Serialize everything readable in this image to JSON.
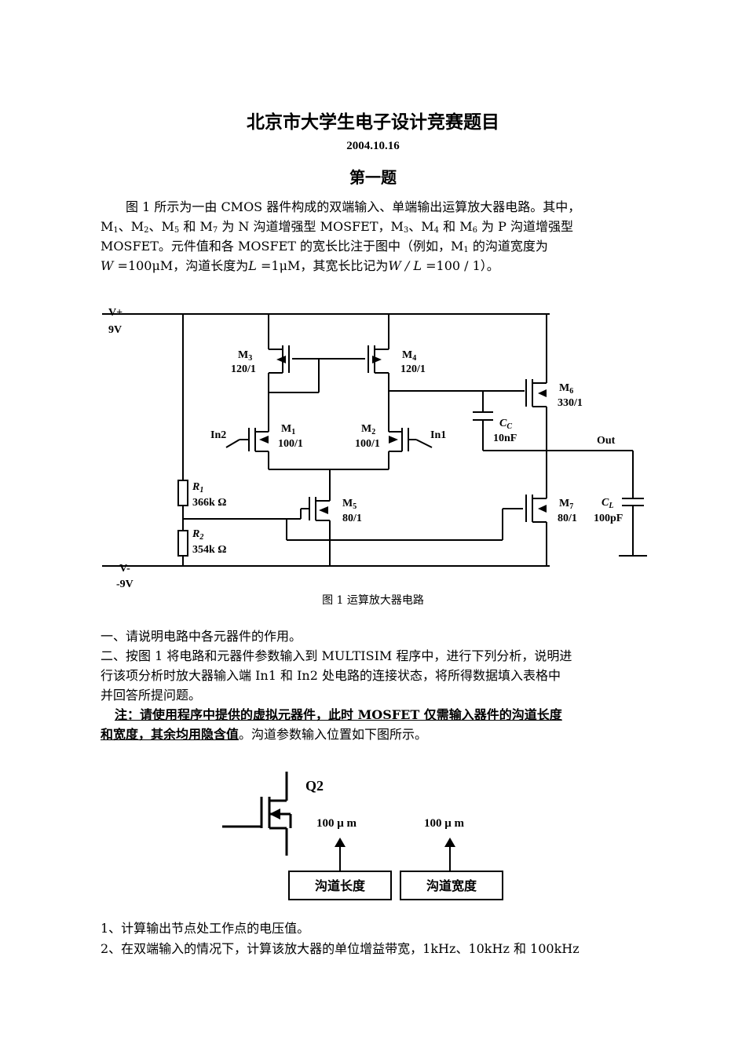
{
  "title": "北京市大学生电子设计竞赛题目",
  "date": "2004.10.16",
  "question": "第一题",
  "intro": {
    "t1": "图 1 所示为一由 CMOS 器件构成的双端输入、单端输出运算放大器电路。其中，",
    "t2a": "M",
    "t2b": "1",
    "t2c": "、M",
    "t2d": "2",
    "t2e": "、M",
    "t2f": "5",
    "t2g": " 和 M",
    "t2h": "7",
    "t2i": " 为 N 沟道增强型 MOSFET，M",
    "t2j": "3",
    "t2k": "、M",
    "t2l": "4",
    "t2m": " 和 M",
    "t2n": "6",
    "t2o": " 为 P 沟道增强型",
    "t3a": "MOSFET。元件值和各 MOSFET 的宽长比注于图中（例如，M",
    "t3b": "1",
    "t3c": " 的沟道宽度为",
    "t4a": "W",
    "t4b": " =100μM",
    "t4c": "，沟道长度为",
    "t4d": "L",
    "t4e": " =1μM",
    "t4f": "，其宽长比记为",
    "t4g": "W / L",
    "t4h": " =100 / 1",
    "t4i": "）。"
  },
  "figure1": {
    "vplus": "V+",
    "vplus_val": "9V",
    "vminus": "V-",
    "vminus_val": "-9V",
    "m3": "M",
    "m3s": "3",
    "m3r": "120/1",
    "m4": "M",
    "m4s": "4",
    "m4r": "120/1",
    "m6": "M",
    "m6s": "6",
    "m6r": "330/1",
    "m1": "M",
    "m1s": "1",
    "m1r": "100/1",
    "m2": "M",
    "m2s": "2",
    "m2r": "100/1",
    "m5": "M",
    "m5s": "5",
    "m5r": "80/1",
    "m7": "M",
    "m7s": "7",
    "m7r": "80/1",
    "in1": "In1",
    "in2": "In2",
    "cc": "C",
    "ccs": "C",
    "ccv": "10nF",
    "cl": "C",
    "cls": "L",
    "clv": "100pF",
    "out": "Out",
    "r1": "R",
    "r1s": "1",
    "r1v": "366k Ω",
    "r2": "R",
    "r2s": "2",
    "r2v": "354k Ω",
    "caption": "图 1    运算放大器电路"
  },
  "body": {
    "item1": "一、请说明电路中各元器件的作用。",
    "item2_l1": "二、按图 1 将电路和元器件参数输入到 MULTISIM 程序中，进行下列分析，说明进",
    "item2_l2": "行该项分析时放大器输入端 In1 和 In2 处电路的连接状态，将所得数据填入表格中",
    "item2_l3": "并回答所提问题。",
    "note_l1": "注：请使用程序中提供的虚拟元器件，此时 MOSFET 仅需输入器件的沟道长度",
    "note_l2": "和宽度，其余均用隐含值",
    "note_tail": "。沟道参数输入位置如下图所示。"
  },
  "figure2": {
    "label": "Q2",
    "val1": "100 μ m",
    "val2": "100 μ m",
    "box1": "沟道长度",
    "box2": "沟道宽度"
  },
  "tasks": {
    "t1": "1、计算输出节点处工作点的电压值。",
    "t2": "2、在双端输入的情况下，计算该放大器的单位增益带宽，1kHz、10kHz 和 100kHz"
  }
}
